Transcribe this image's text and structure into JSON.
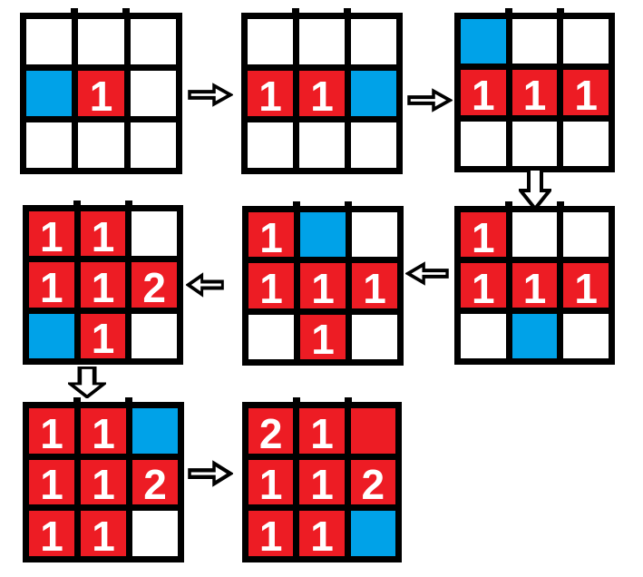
{
  "colors": {
    "red": "#ED1C24",
    "blue": "#00A2E8",
    "line": "#000000",
    "background": "#FFFFFF",
    "number": "#FFFFFF"
  },
  "legend": {
    "W": "white-empty-cell",
    "R": "red-cell",
    "B": "blue-cell"
  },
  "grids": [
    {
      "name": "step-1",
      "cells": [
        [
          "W",
          "W",
          "W"
        ],
        [
          "B",
          "R:1",
          "W"
        ],
        [
          "W",
          "W",
          "W"
        ]
      ]
    },
    {
      "name": "step-2",
      "cells": [
        [
          "W",
          "W",
          "W"
        ],
        [
          "R:1",
          "R:1",
          "B"
        ],
        [
          "W",
          "W",
          "W"
        ]
      ]
    },
    {
      "name": "step-3",
      "cells": [
        [
          "B",
          "W",
          "W"
        ],
        [
          "R:1",
          "R:1",
          "R:1"
        ],
        [
          "W",
          "W",
          "W"
        ]
      ]
    },
    {
      "name": "step-4",
      "cells": [
        [
          "R:1",
          "W",
          "W"
        ],
        [
          "R:1",
          "R:1",
          "R:1"
        ],
        [
          "W",
          "B",
          "W"
        ]
      ]
    },
    {
      "name": "step-5",
      "cells": [
        [
          "R:1",
          "B",
          "W"
        ],
        [
          "R:1",
          "R:1",
          "R:1"
        ],
        [
          "W",
          "R:1",
          "W"
        ]
      ]
    },
    {
      "name": "step-6",
      "cells": [
        [
          "R:1",
          "R:1",
          "W"
        ],
        [
          "R:1",
          "R:1",
          "R:2"
        ],
        [
          "B",
          "R:1",
          "W"
        ]
      ]
    },
    {
      "name": "step-7",
      "cells": [
        [
          "R:1",
          "R:1",
          "B"
        ],
        [
          "R:1",
          "R:1",
          "R:2"
        ],
        [
          "R:1",
          "R:1",
          "W"
        ]
      ]
    },
    {
      "name": "step-8",
      "cells": [
        [
          "R:2",
          "R:1",
          "R"
        ],
        [
          "R:1",
          "R:1",
          "R:2"
        ],
        [
          "R:1",
          "R:1",
          "B"
        ]
      ]
    }
  ],
  "arrows": [
    {
      "dir": "right",
      "from": "step-1",
      "to": "step-2"
    },
    {
      "dir": "right",
      "from": "step-2",
      "to": "step-3"
    },
    {
      "dir": "down",
      "from": "step-3",
      "to": "step-4"
    },
    {
      "dir": "left",
      "from": "step-4",
      "to": "step-5"
    },
    {
      "dir": "left",
      "from": "step-5",
      "to": "step-6"
    },
    {
      "dir": "down",
      "from": "step-6",
      "to": "step-7"
    },
    {
      "dir": "right",
      "from": "step-7",
      "to": "step-8"
    }
  ]
}
